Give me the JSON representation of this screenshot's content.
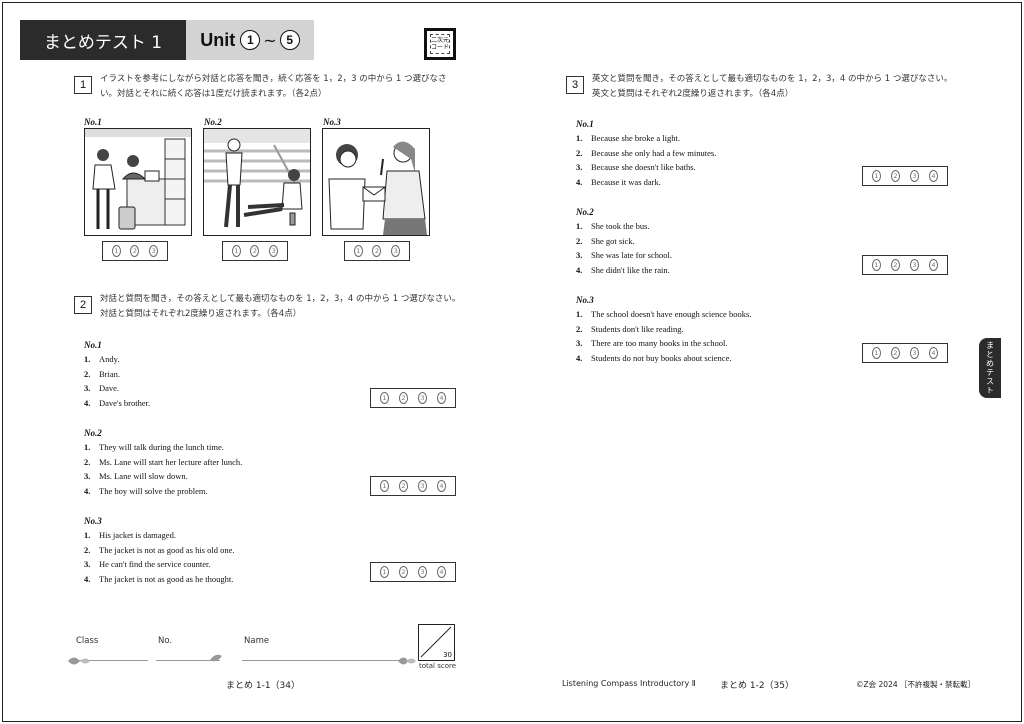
{
  "title": {
    "test_name": "まとめテスト 1",
    "unit_word": "Unit",
    "unit_start": "1",
    "tilde": "~",
    "unit_end": "5",
    "qr_label": "二次元コード"
  },
  "side_tab": "まとめテスト",
  "q1": {
    "num": "1",
    "instruction": "イラストを参考にしながら対話と応答を聞き，続く応答を 1，2，3 の中から 1 つ選びなさい。対話とそれに続く応答は1度だけ読まれます。（各2点）",
    "items": [
      {
        "label": "No.1",
        "choices": [
          "1",
          "2",
          "3"
        ]
      },
      {
        "label": "No.2",
        "choices": [
          "1",
          "2",
          "3"
        ]
      },
      {
        "label": "No.3",
        "choices": [
          "1",
          "2",
          "3"
        ]
      }
    ]
  },
  "q2": {
    "num": "2",
    "instruction": "対話と質問を聞き，その答えとして最も適切なものを 1，2，3，4 の中から 1 つ選びなさい。対話と質問はそれぞれ2度繰り返されます。（各4点）",
    "items": [
      {
        "label": "No.1",
        "options": [
          "Andy.",
          "Brian.",
          "Dave.",
          "Dave's brother."
        ]
      },
      {
        "label": "No.2",
        "options": [
          "They will talk during the lunch time.",
          "Ms. Lane will start her lecture after lunch.",
          "Ms. Lane will slow down.",
          "The boy will solve the problem."
        ]
      },
      {
        "label": "No.3",
        "options": [
          "His jacket is damaged.",
          "The jacket is not as good as his old one.",
          "He can't find the service counter.",
          "The jacket is not as good as he thought."
        ]
      }
    ]
  },
  "q3": {
    "num": "3",
    "instruction": "英文と質問を聞き，その答えとして最も適切なものを 1，2，3，4 の中から 1 つ選びなさい。英文と質問はそれぞれ2度繰り返されます。（各4点）",
    "items": [
      {
        "label": "No.1",
        "options": [
          "Because she broke a light.",
          "Because she only had a few minutes.",
          "Because she doesn't like baths.",
          "Because it was dark."
        ]
      },
      {
        "label": "No.2",
        "options": [
          "She took the bus.",
          "She got sick.",
          "She was late for school.",
          "She didn't like the rain."
        ]
      },
      {
        "label": "No.3",
        "options": [
          "The school doesn't have enough science books.",
          "Students don't like reading.",
          "There are too many books in the school.",
          "Students do not buy books about science."
        ]
      }
    ]
  },
  "choice4": [
    "1",
    "2",
    "3",
    "4"
  ],
  "option_nums": [
    "1.",
    "2.",
    "3.",
    "4."
  ],
  "footer": {
    "class_label": "Class",
    "no_label": "No.",
    "name_label": "Name",
    "score_total": "30",
    "score_label": "total score",
    "left_page": "まとめ 1-1（34）",
    "book_title": "Listening Compass Introductory Ⅱ",
    "right_page": "まとめ 1-2（35）",
    "copyright": "©Z会 2024 ［不許複製・禁転載］"
  }
}
